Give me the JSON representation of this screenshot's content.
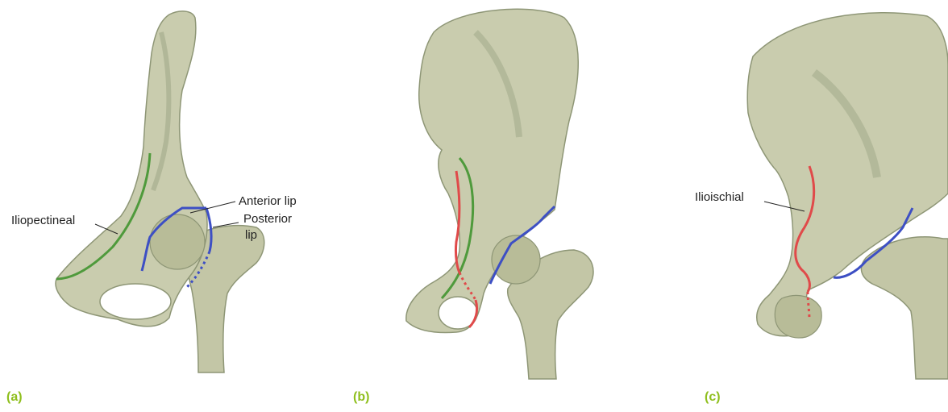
{
  "colors": {
    "bone": "#c9ccae",
    "bone_shadow": "#97a07e",
    "bone_highlight": "#e4e6d2",
    "iliopectineal_line": "#4f9a3c",
    "ilioischial_line": "#e04a4a",
    "acetabular_lip": "#3d4fc4",
    "panel_letter": "#8fbf1e"
  },
  "panels": [
    {
      "letter": "(a)",
      "labels": {
        "iliopectineal": "Iliopectineal",
        "anterior_lip": "Anterior lip",
        "posterior_lip_line1": "Posterior",
        "posterior_lip_line2": "lip"
      }
    },
    {
      "letter": "(b)"
    },
    {
      "letter": "(c)",
      "labels": {
        "ilioischial": "Ilioischial"
      }
    }
  ]
}
